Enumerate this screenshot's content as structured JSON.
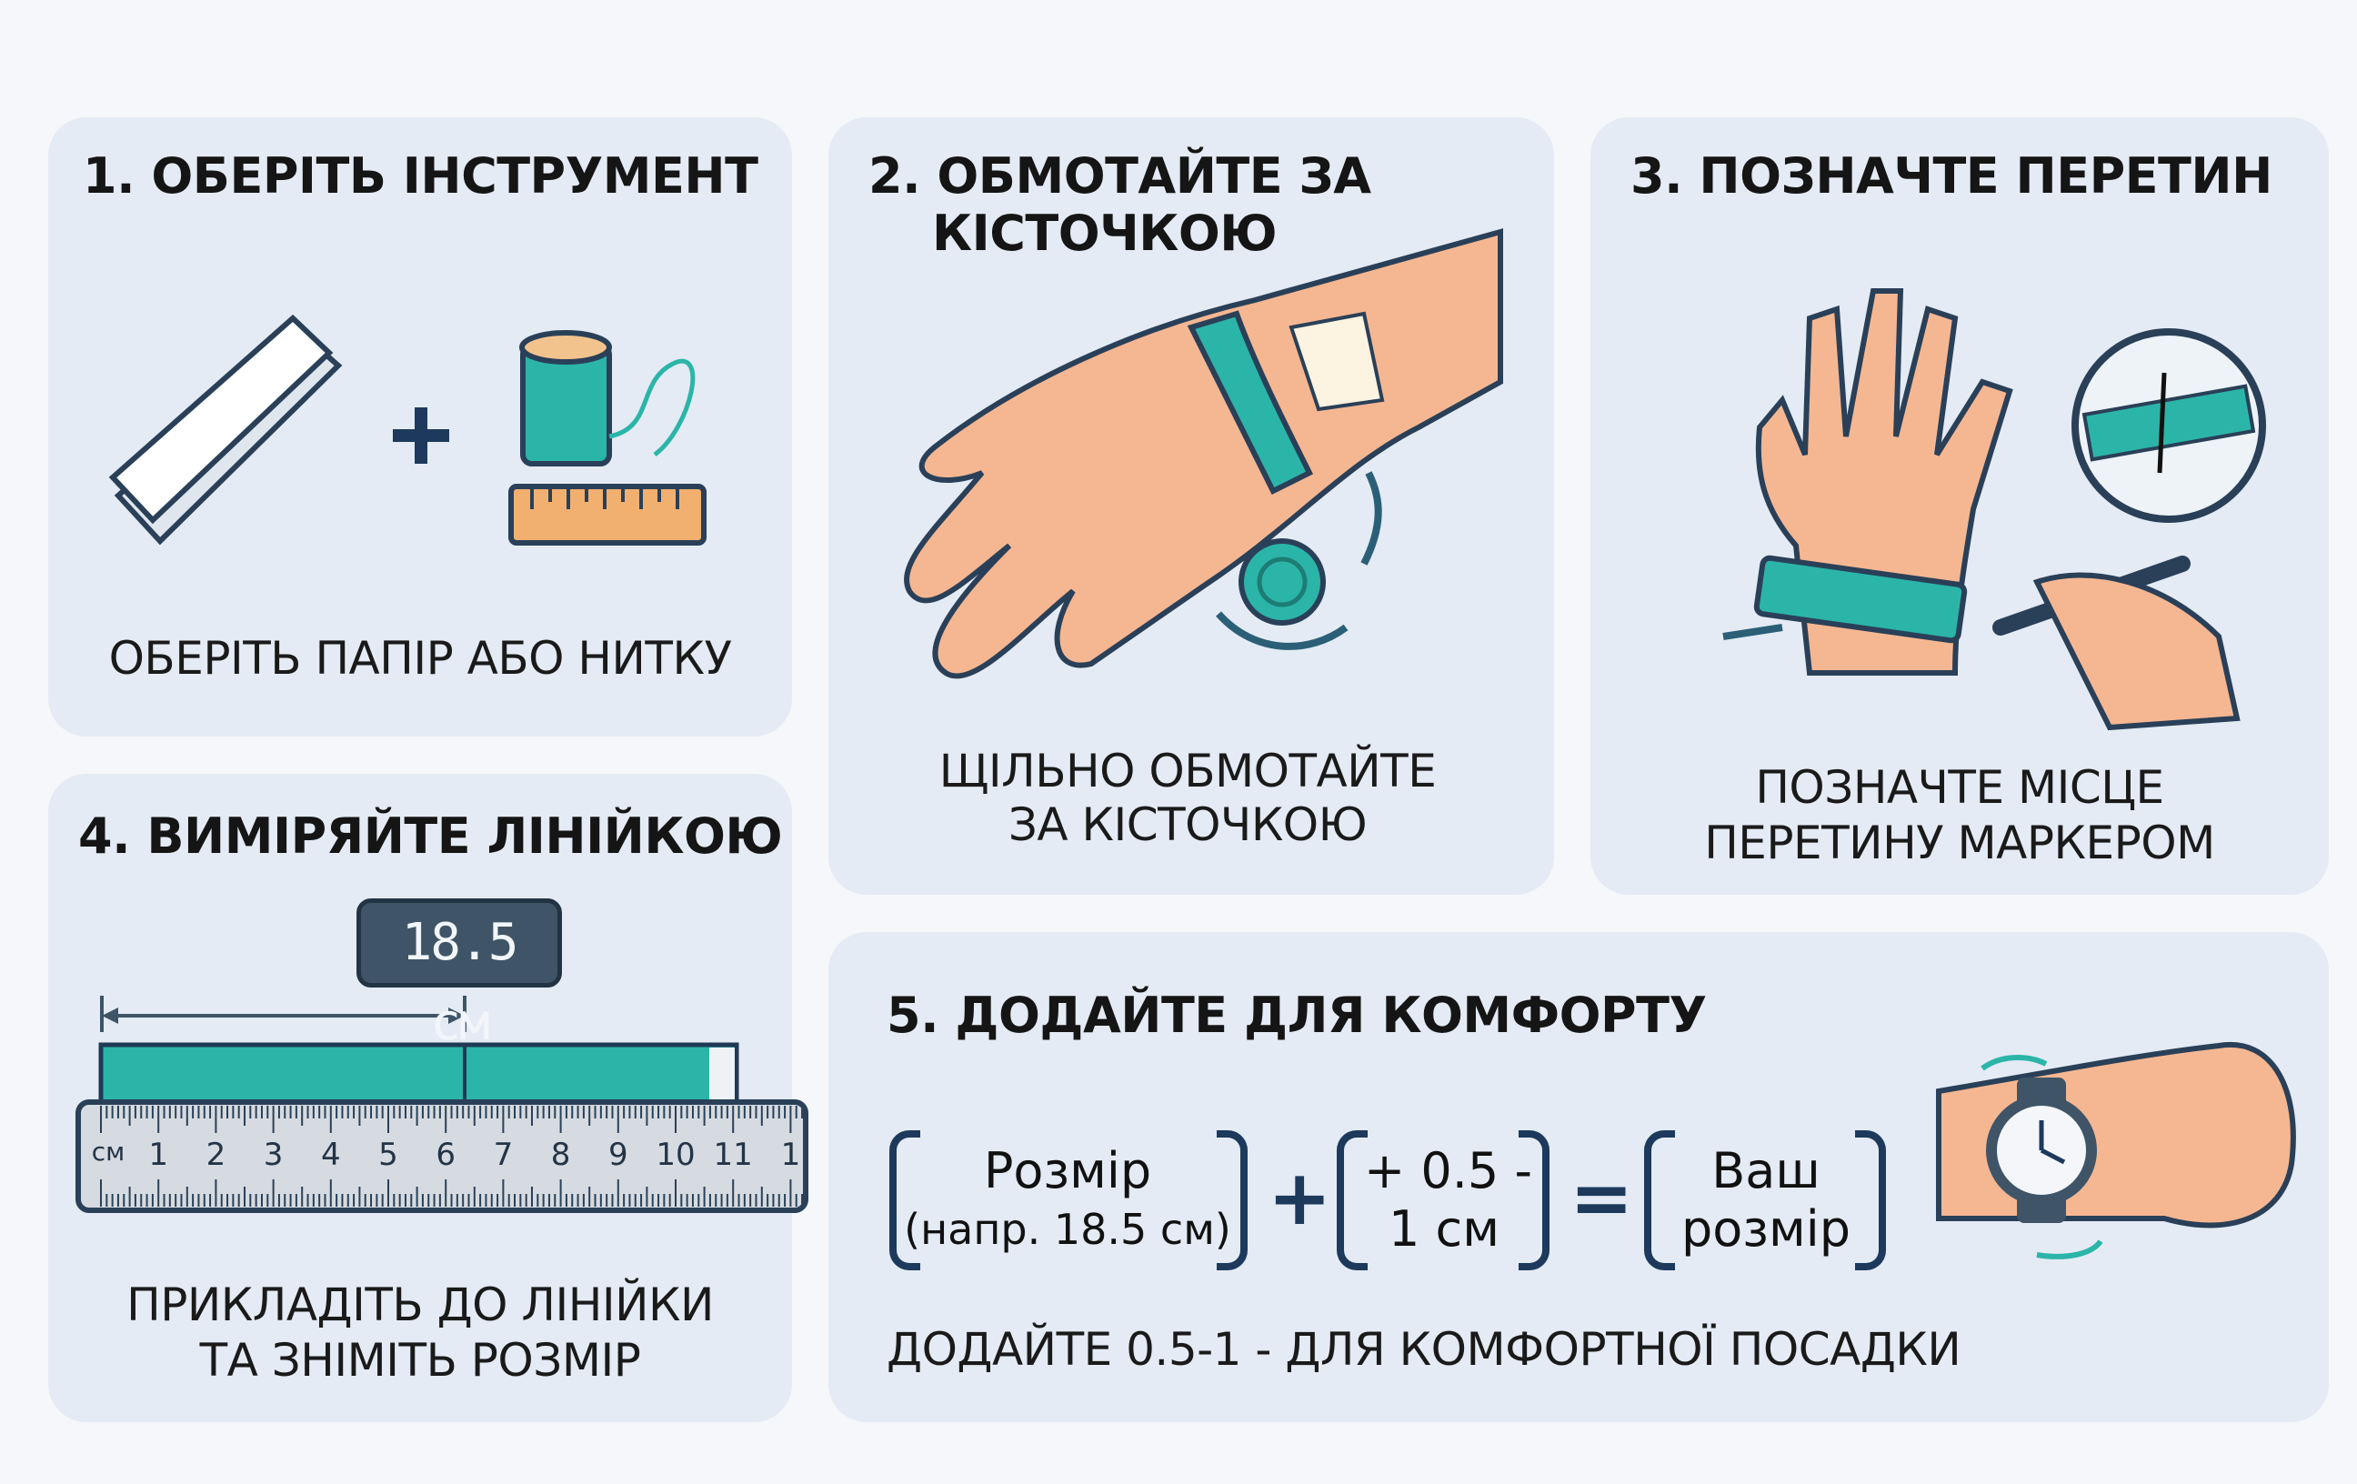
{
  "steps": [
    {
      "title": "1. ОБЕРІТЬ ІНСТРУМЕНТ",
      "caption": "ОБЕРІТЬ ПАПІР АБО НИТКУ",
      "plus": "+"
    },
    {
      "title_lines": [
        "2. ОБМОТАЙТЕ ЗА",
        "КІСТОЧКОЮ"
      ],
      "caption_lines": [
        "ЩІЛЬНО ОБМОТАЙТЕ",
        "ЗА КІСТОЧКОЮ"
      ]
    },
    {
      "title": "3. ПОЗНАЧТЕ ПЕРЕТИН",
      "caption_lines": [
        "ПОЗНАЧТЕ МІСЦЕ",
        "ПЕРЕТИНУ МАРКЕРОМ"
      ]
    },
    {
      "title": "4. ВИМІРЯЙТЕ ЛІНІЙКОЮ",
      "display": "18.5 см",
      "ruler_labels": [
        "см",
        "1",
        "2",
        "3",
        "4",
        "5",
        "6",
        "7",
        "8",
        "9",
        "10",
        "11",
        "1"
      ],
      "caption_lines": [
        "ПРИКЛАДІТЬ ДО ЛІНІЙКИ",
        "ТА ЗНІМІТЬ РОЗМІР"
      ]
    },
    {
      "title": "5. ДОДАЙТЕ ДЛЯ КОМФОРТУ",
      "formula": {
        "term1": "Розмір",
        "term1_note": "(напр. 18.5 см)",
        "plus": "+",
        "term2_line1": "+ 0.5 -",
        "term2_line2": "1 см",
        "equals": "=",
        "result_line1": "Ваш",
        "result_line2": "розмір"
      },
      "caption": "ДОДАЙТЕ 0.5-1 - ДЛЯ КОМФОРТНОЇ ПОСАДКИ"
    }
  ],
  "colors": {
    "teal": "#2bb5a8",
    "skin": "#f5b792",
    "navy": "#1d3a5c",
    "panel": "#e4ebf4"
  }
}
